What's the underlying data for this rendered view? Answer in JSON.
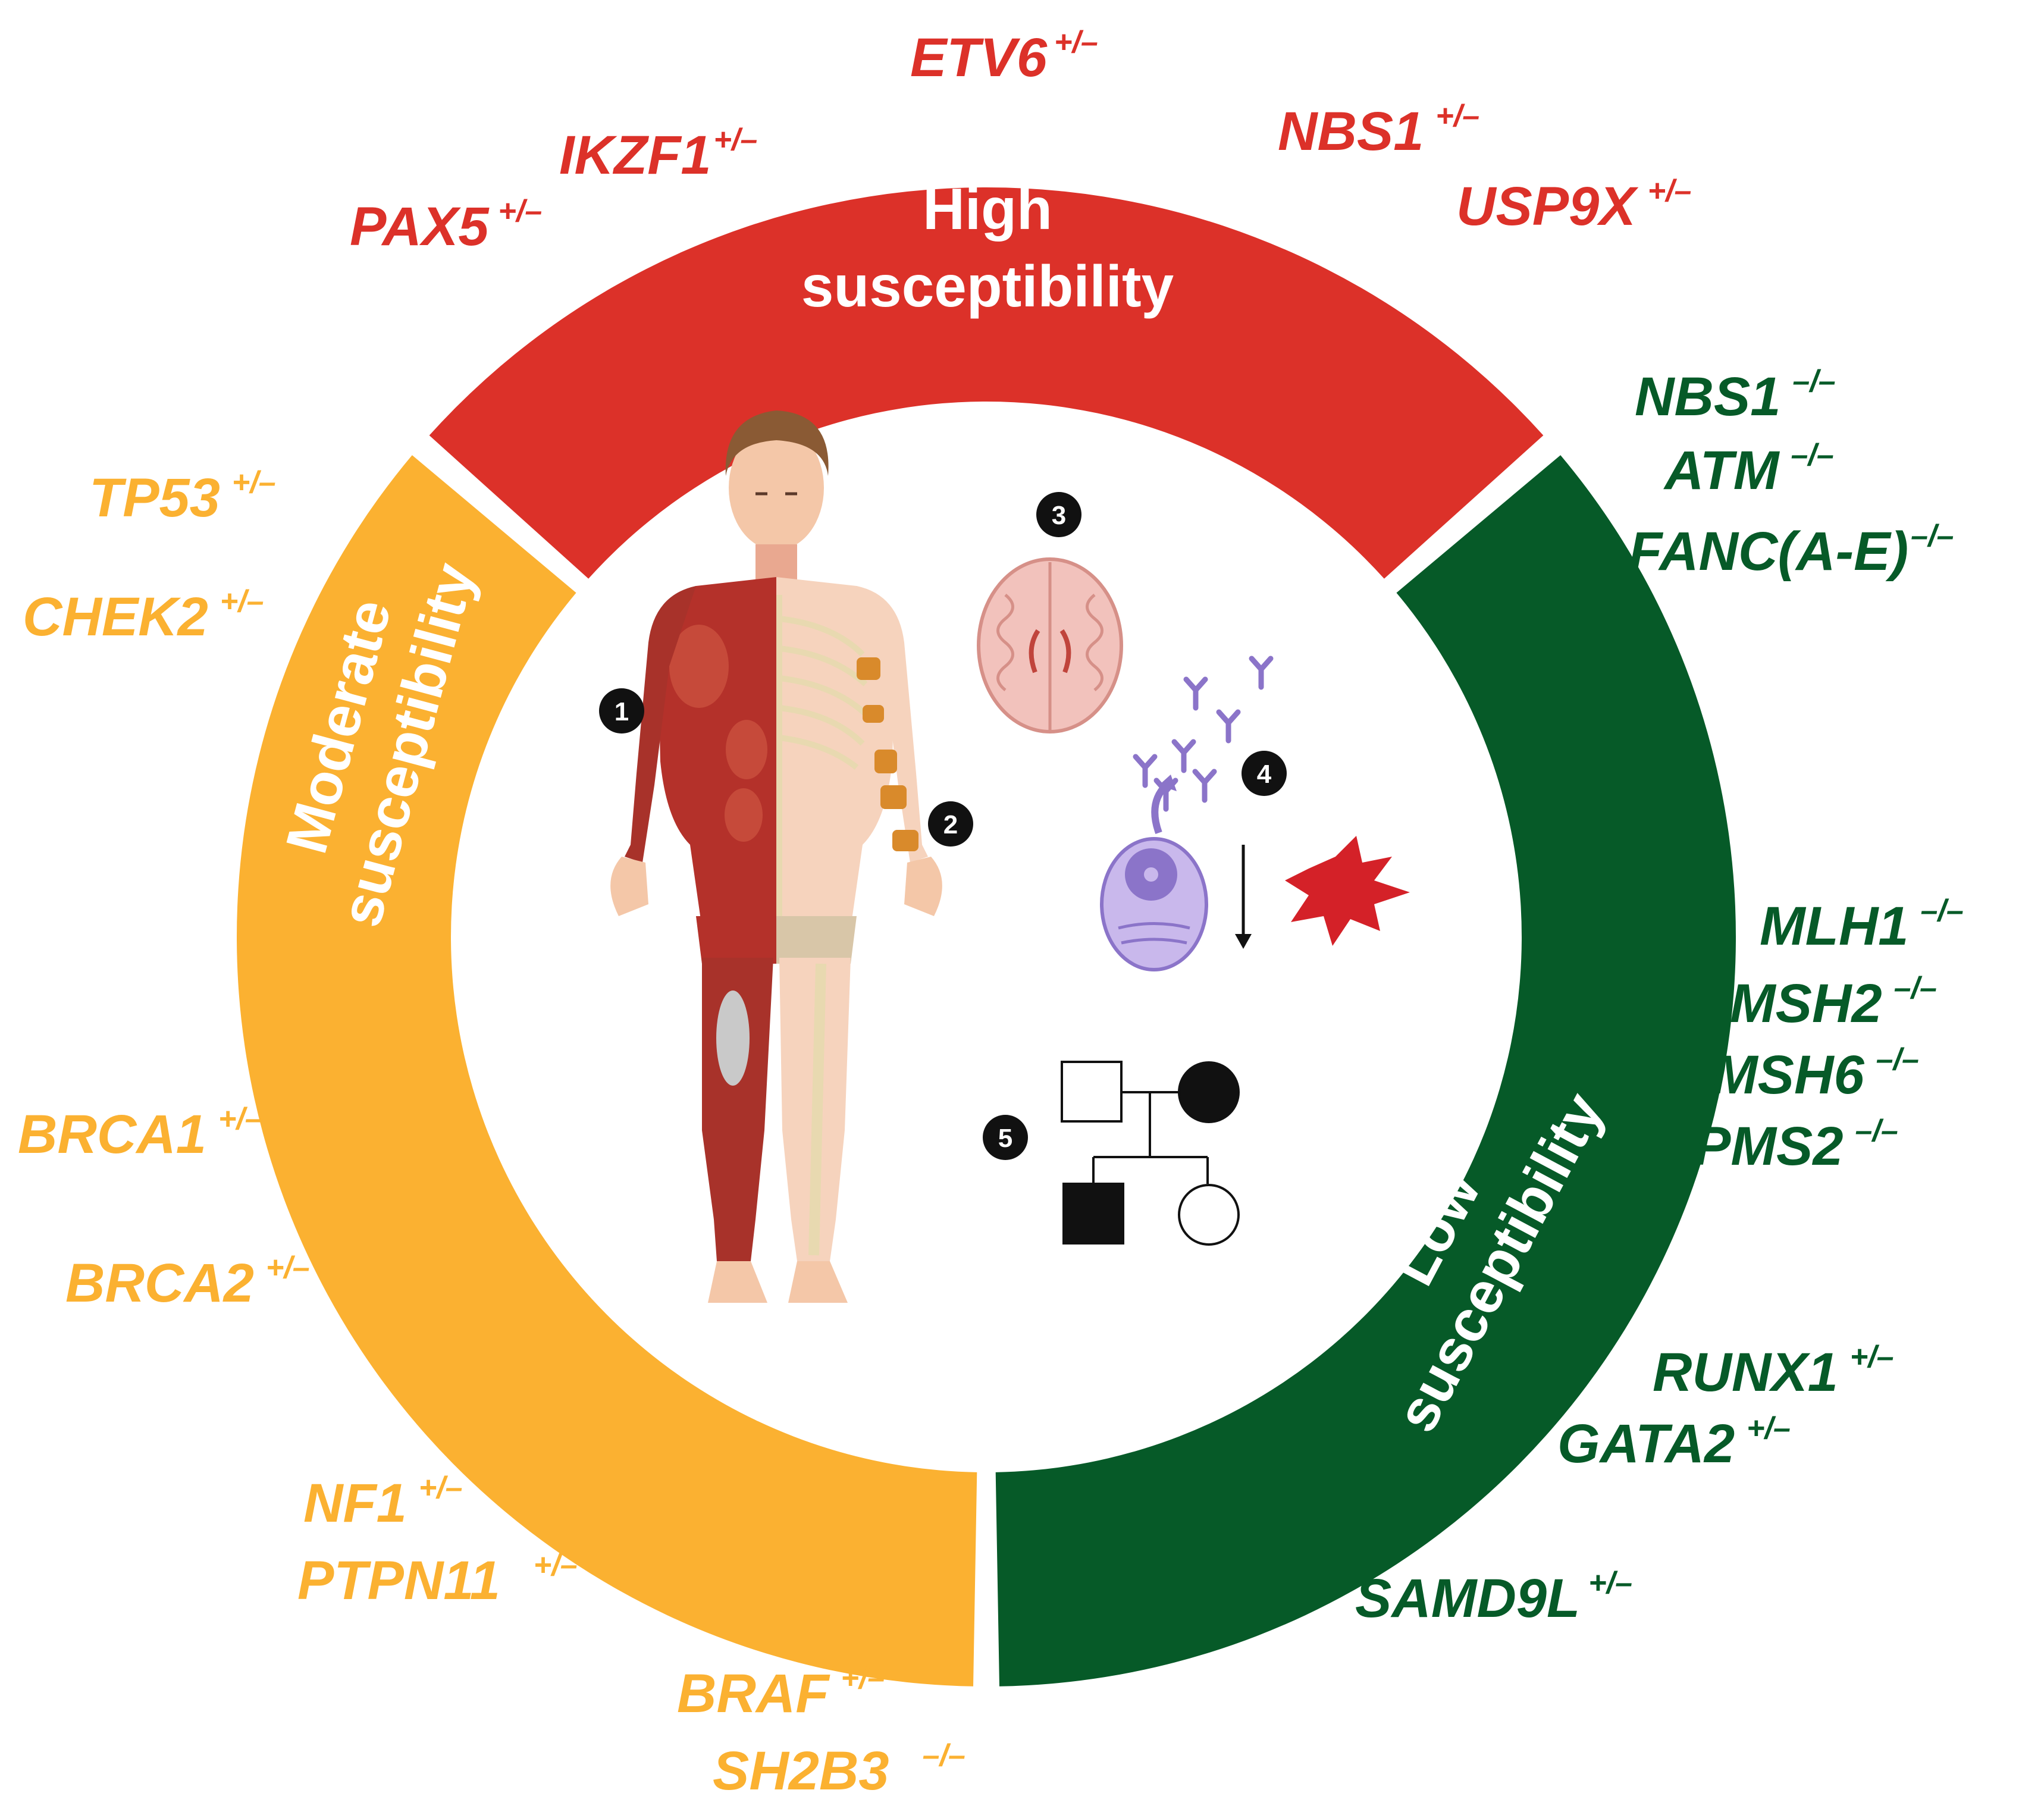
{
  "colors": {
    "high": "#dc3129",
    "moderate": "#fbb131",
    "low": "#065a28",
    "marker_fill": "#111111"
  },
  "segments": {
    "high": {
      "line1": "High",
      "line2": "susceptibility"
    },
    "moderate": {
      "line1": "Moderate",
      "line2": "susceptibility"
    },
    "low": {
      "line1": "Low",
      "line2": "susceptibility"
    }
  },
  "genes": {
    "high": [
      {
        "name": "ETV6",
        "zyg": "+/–"
      },
      {
        "name": "IKZF1",
        "zyg": "+/–"
      },
      {
        "name": "PAX5",
        "zyg": "+/–"
      },
      {
        "name": "NBS1",
        "zyg": "+/–"
      },
      {
        "name": "USP9X",
        "zyg": "+/–"
      }
    ],
    "moderate": [
      {
        "name": "TP53",
        "zyg": "+/–"
      },
      {
        "name": "CHEK2",
        "zyg": "+/–"
      },
      {
        "name": "BRCA1",
        "zyg": "+/–"
      },
      {
        "name": "BRCA2",
        "zyg": "+/–"
      },
      {
        "name": "NF1",
        "zyg": "+/–"
      },
      {
        "name": "PTPN11",
        "zyg": "+/–"
      },
      {
        "name": "BRAF",
        "zyg": "+/–"
      },
      {
        "name": "SH2B3",
        "zyg": "–/–"
      }
    ],
    "low": [
      {
        "name": "NBS1",
        "zyg": "–/–"
      },
      {
        "name": "ATM",
        "zyg": "–/–"
      },
      {
        "name": "FANC(A-E)",
        "zyg": "–/–"
      },
      {
        "name": "MLH1",
        "zyg": "–/–"
      },
      {
        "name": "MSH2",
        "zyg": "–/–"
      },
      {
        "name": "MSH6",
        "zyg": "–/–"
      },
      {
        "name": "PMS2",
        "zyg": "–/–"
      },
      {
        "name": "RUNX1",
        "zyg": "+/–"
      },
      {
        "name": "GATA2",
        "zyg": "+/–"
      },
      {
        "name": "SAMD9L",
        "zyg": "+/–"
      }
    ]
  },
  "markers": [
    "1",
    "2",
    "3",
    "4",
    "5"
  ],
  "icons": [
    "human-body-icon",
    "brain-icon",
    "antibodies-icon",
    "b-cell-icon",
    "platelet-icon",
    "down-arrow-icon",
    "pedigree-icon"
  ]
}
